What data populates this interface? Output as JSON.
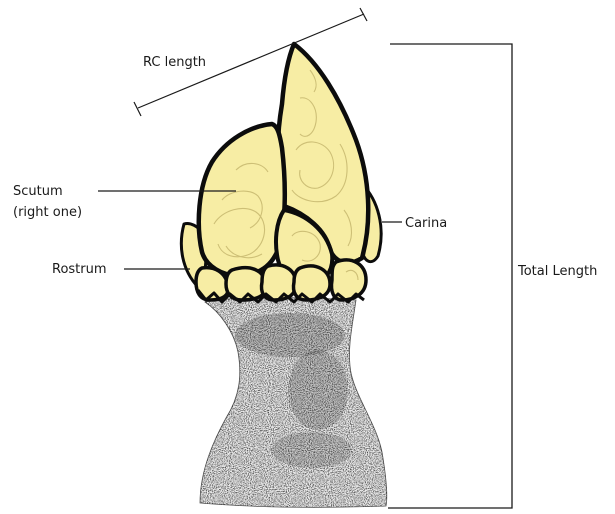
{
  "labels": {
    "rc_length": "RC length",
    "scutum_line1": "Scutum",
    "scutum_line2": "(right one)",
    "carina": "Carina",
    "rostrum": "Rostrum",
    "total_length": "Total Length"
  },
  "colors": {
    "plate_fill": "#f7eda4",
    "plate_outline": "#0c0c0c",
    "growth_lines": "#cdbf76",
    "peduncle_fill": "#e2e2e2",
    "peduncle_stipple": "#222222",
    "label_text": "#1a1a1a",
    "leader_line": "#1a1a1a"
  }
}
